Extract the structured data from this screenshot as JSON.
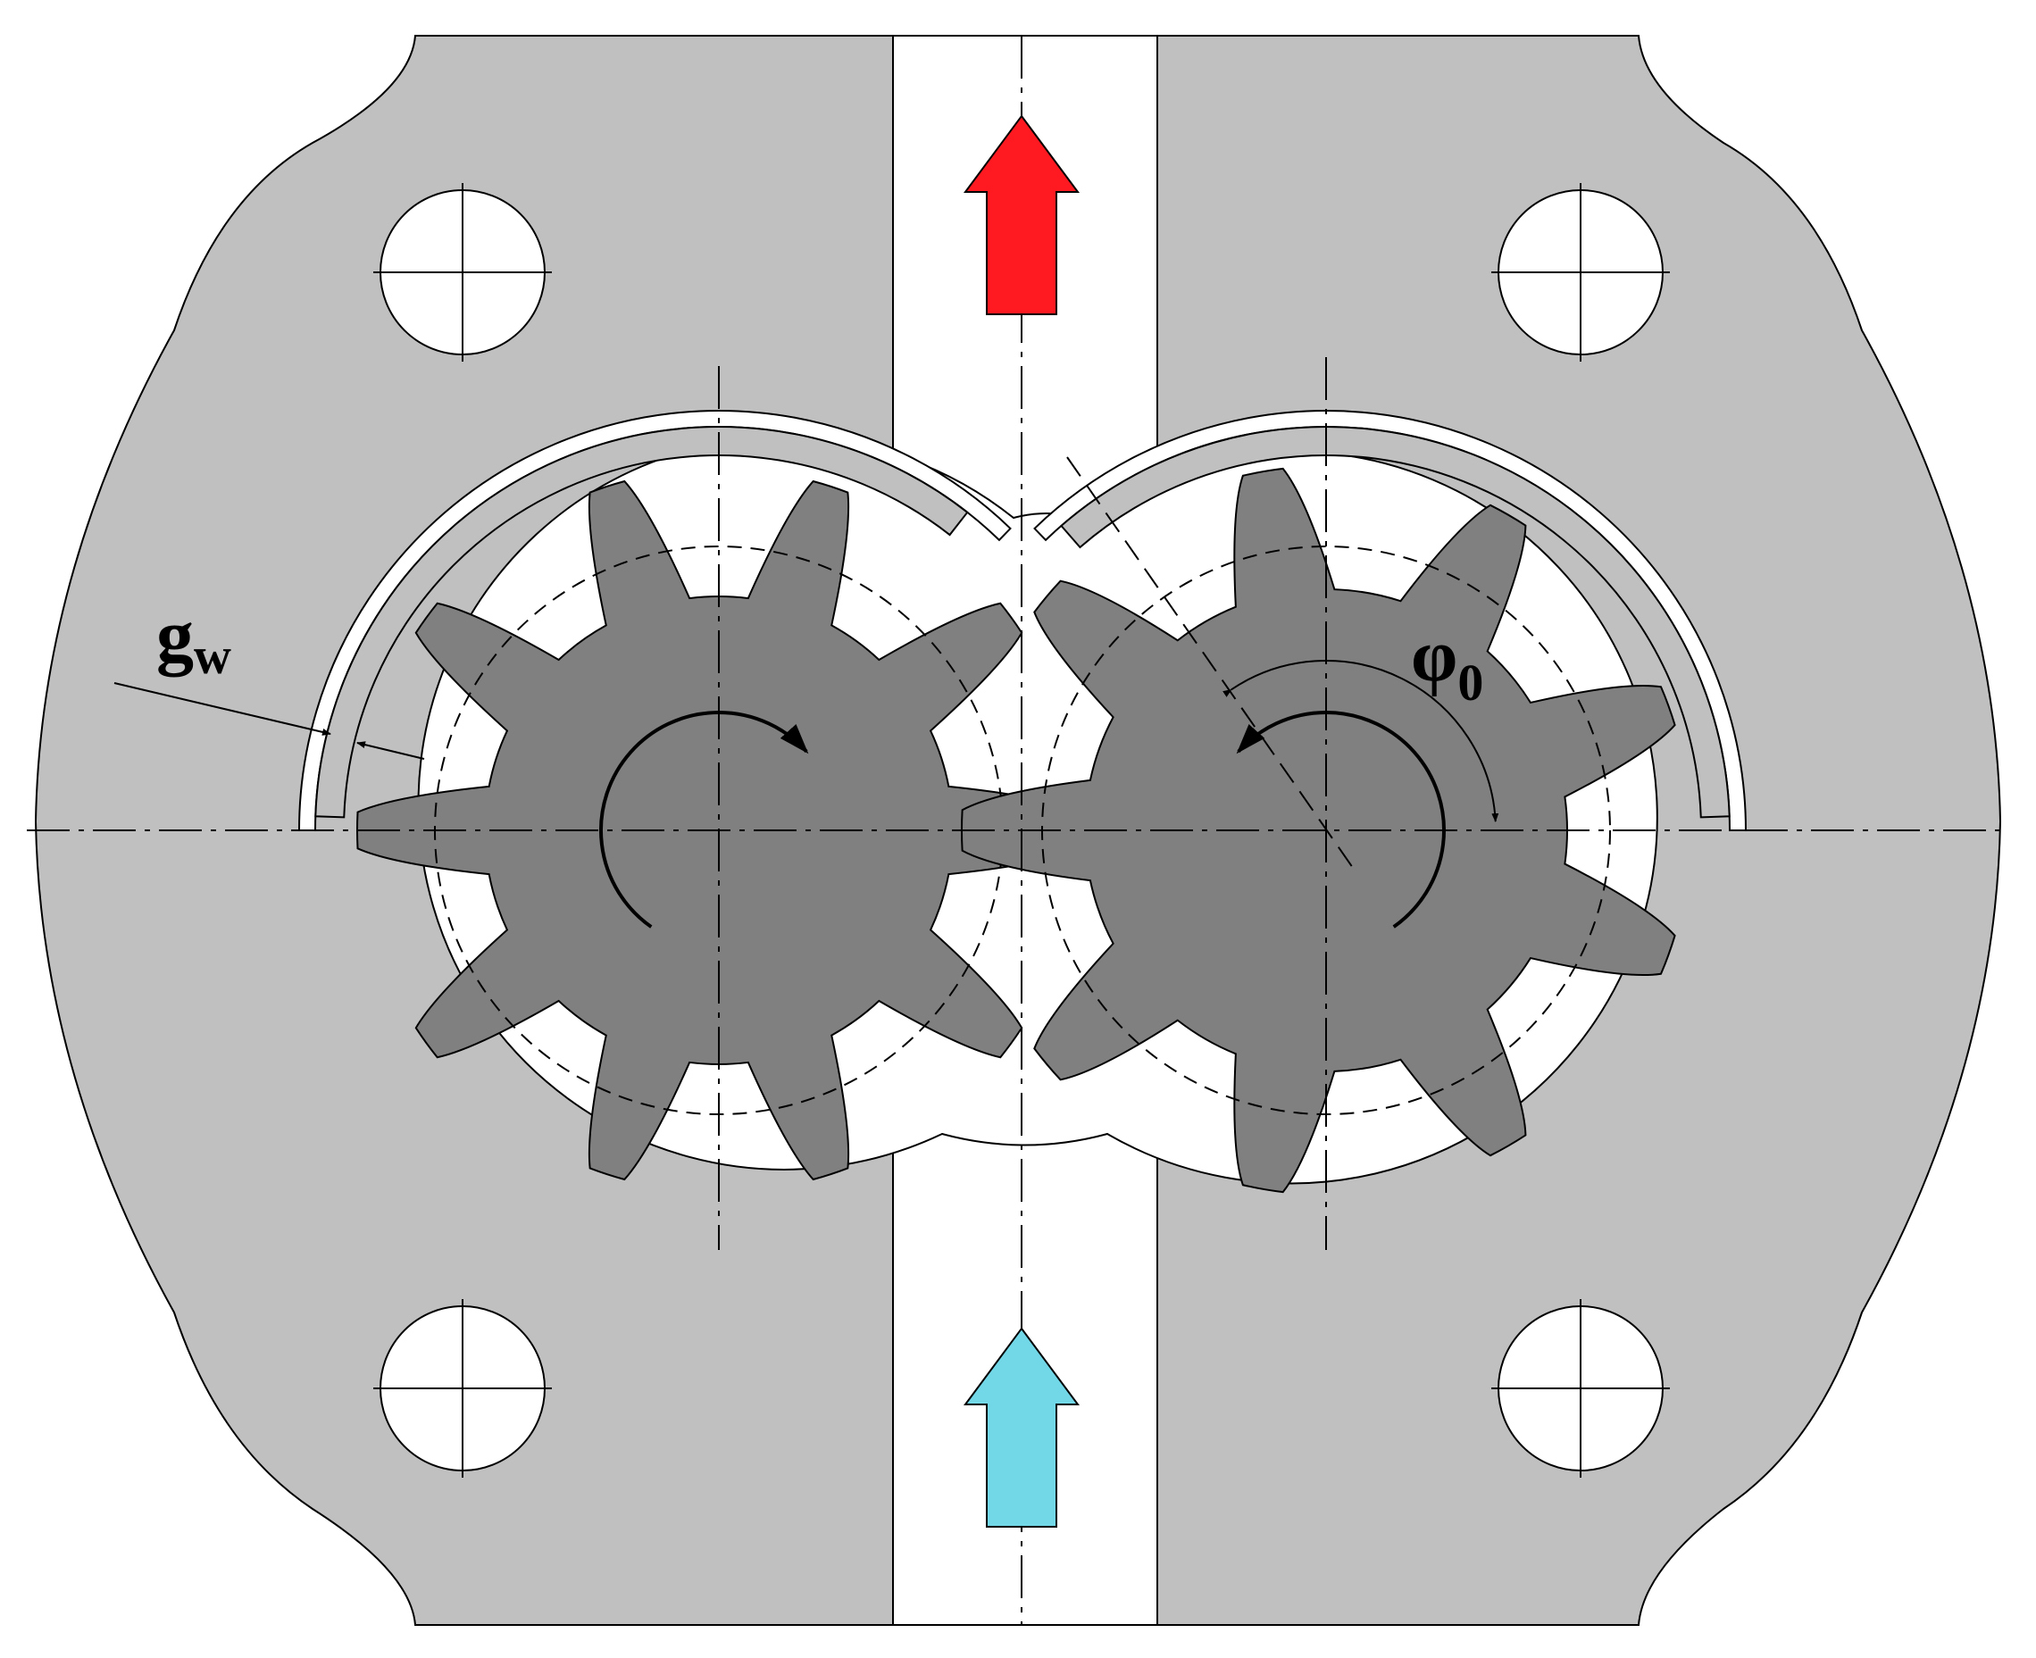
{
  "labels": {
    "gap": {
      "main": "g",
      "sub": "w"
    },
    "angle": {
      "main": "φ",
      "sub": "0"
    }
  },
  "colors": {
    "housing": "#c0c0c0",
    "gear": "#808080",
    "cavity": "#ffffff",
    "outline": "#000000",
    "outlet_arrow": "#ff1a22",
    "inlet_arrow": "#72d8e8"
  },
  "gears": [
    {
      "name": "left-gear",
      "teeth": 10,
      "rotation": "clockwise"
    },
    {
      "name": "right-gear",
      "teeth": 9,
      "rotation": "counterclockwise"
    }
  ],
  "flow": {
    "outlet": "up",
    "inlet": "up"
  }
}
